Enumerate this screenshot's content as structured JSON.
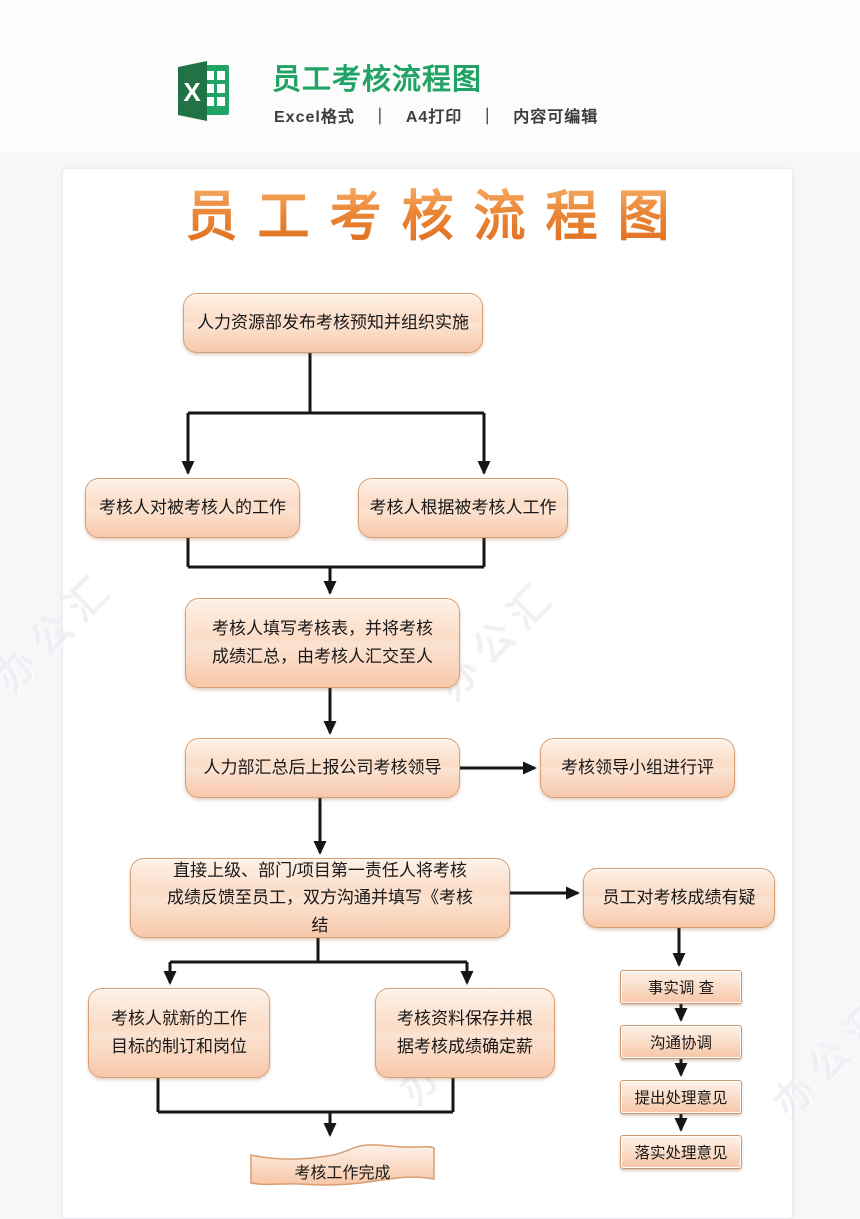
{
  "header": {
    "doc_title": "员工考核流程图",
    "meta": "Excel格式　｜　A4打印　｜　内容可编辑",
    "icon_label": "X"
  },
  "flowchart": {
    "art_title": "员工考核流程图",
    "watermark": "办公汇",
    "nodes": {
      "publish": "人力资源部发布考核预知并组织实施",
      "review_work": "考核人对被考核人的工作",
      "based_on_work": "考核人根据被考核人工作",
      "fill_form": "考核人填写考核表，并将考核成绩汇总，由考核人汇交至人",
      "report_leader": "人力部汇总后上报公司考核领导",
      "leader_group": "考核领导小组进行评",
      "feedback": "直接上级、部门/项目第一责任人将考核成绩反馈至员工，双方沟通并填写《考核结",
      "dispute": "员工对考核成绩有疑",
      "new_goals": "考核人就新的工作目标的制订和岗位",
      "archive": "考核资料保存并根据考核成绩确定薪",
      "done": "考核工作完成",
      "investigate": "事实调 查",
      "coordinate": "沟通协调",
      "propose": "提出处理意见",
      "implement": "落实处理意见"
    }
  },
  "colors": {
    "accent_green": "#21a366",
    "art_title_orange": "#e67a22",
    "box_border": "#d79e72",
    "box_fill_top": "#fdf1e7",
    "box_fill_bottom": "#f8c8aa",
    "connector": "#161616"
  }
}
